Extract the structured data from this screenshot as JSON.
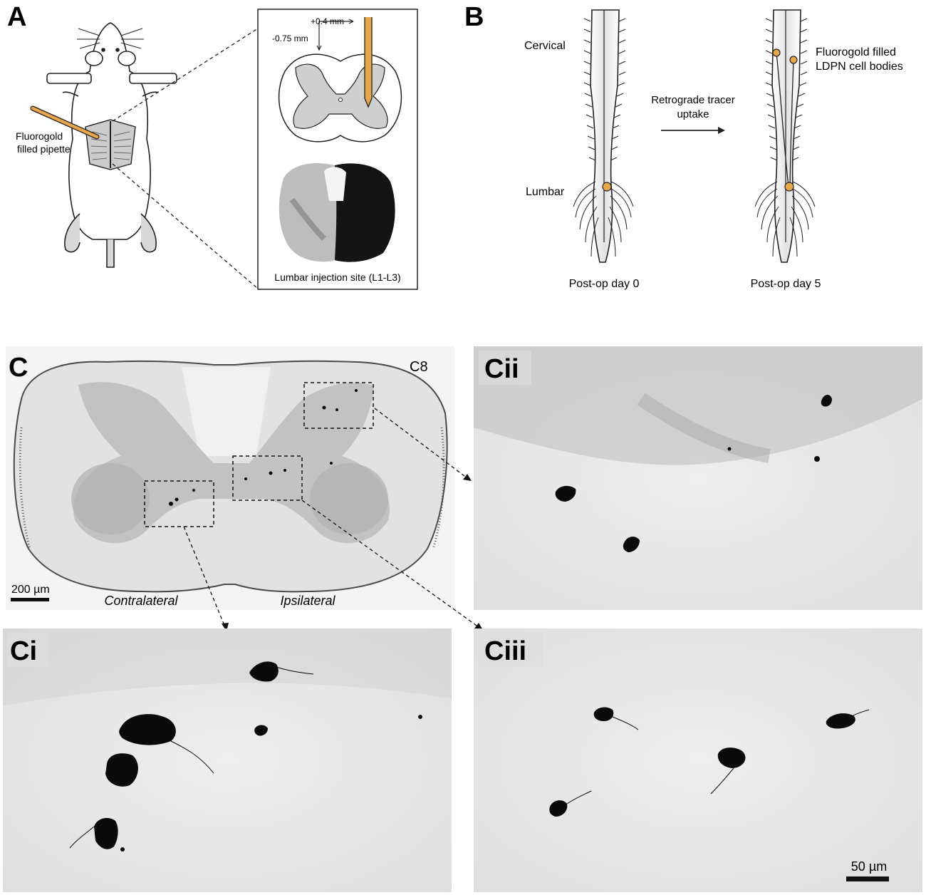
{
  "panels": {
    "A": {
      "letter": "A",
      "pipette_label_1": "Fluorogold",
      "pipette_label_2": "filled pipette",
      "coord_ap": "+0.4 mm",
      "coord_dv": "-0.75 mm",
      "inset_caption": "Lumbar injection site (L1-L3)"
    },
    "B": {
      "letter": "B",
      "cervical_label": "Cervical",
      "lumbar_label": "Lumbar",
      "arrow_label_1": "Retrograde tracer",
      "arrow_label_2": "uptake",
      "filled_label_1": "Fluorogold filled",
      "filled_label_2": "LDPN cell bodies",
      "day0_label": "Post-op day 0",
      "day5_label": "Post-op day 5"
    },
    "C": {
      "letter": "C",
      "segment": "C8",
      "scale_label": "200 µm",
      "contra_label": "Contralateral",
      "ipsi_label": "Ipsilateral"
    },
    "Ci": {
      "letter": "Ci"
    },
    "Cii": {
      "letter": "Cii"
    },
    "Ciii": {
      "letter": "Ciii",
      "scale_label": "50 µm"
    }
  },
  "colors": {
    "fluorogold": "#e8a64a",
    "grey_matter": "#cfcfcf",
    "tissue_bg": "#e6e6e6",
    "stain": "#0a0a0a"
  }
}
